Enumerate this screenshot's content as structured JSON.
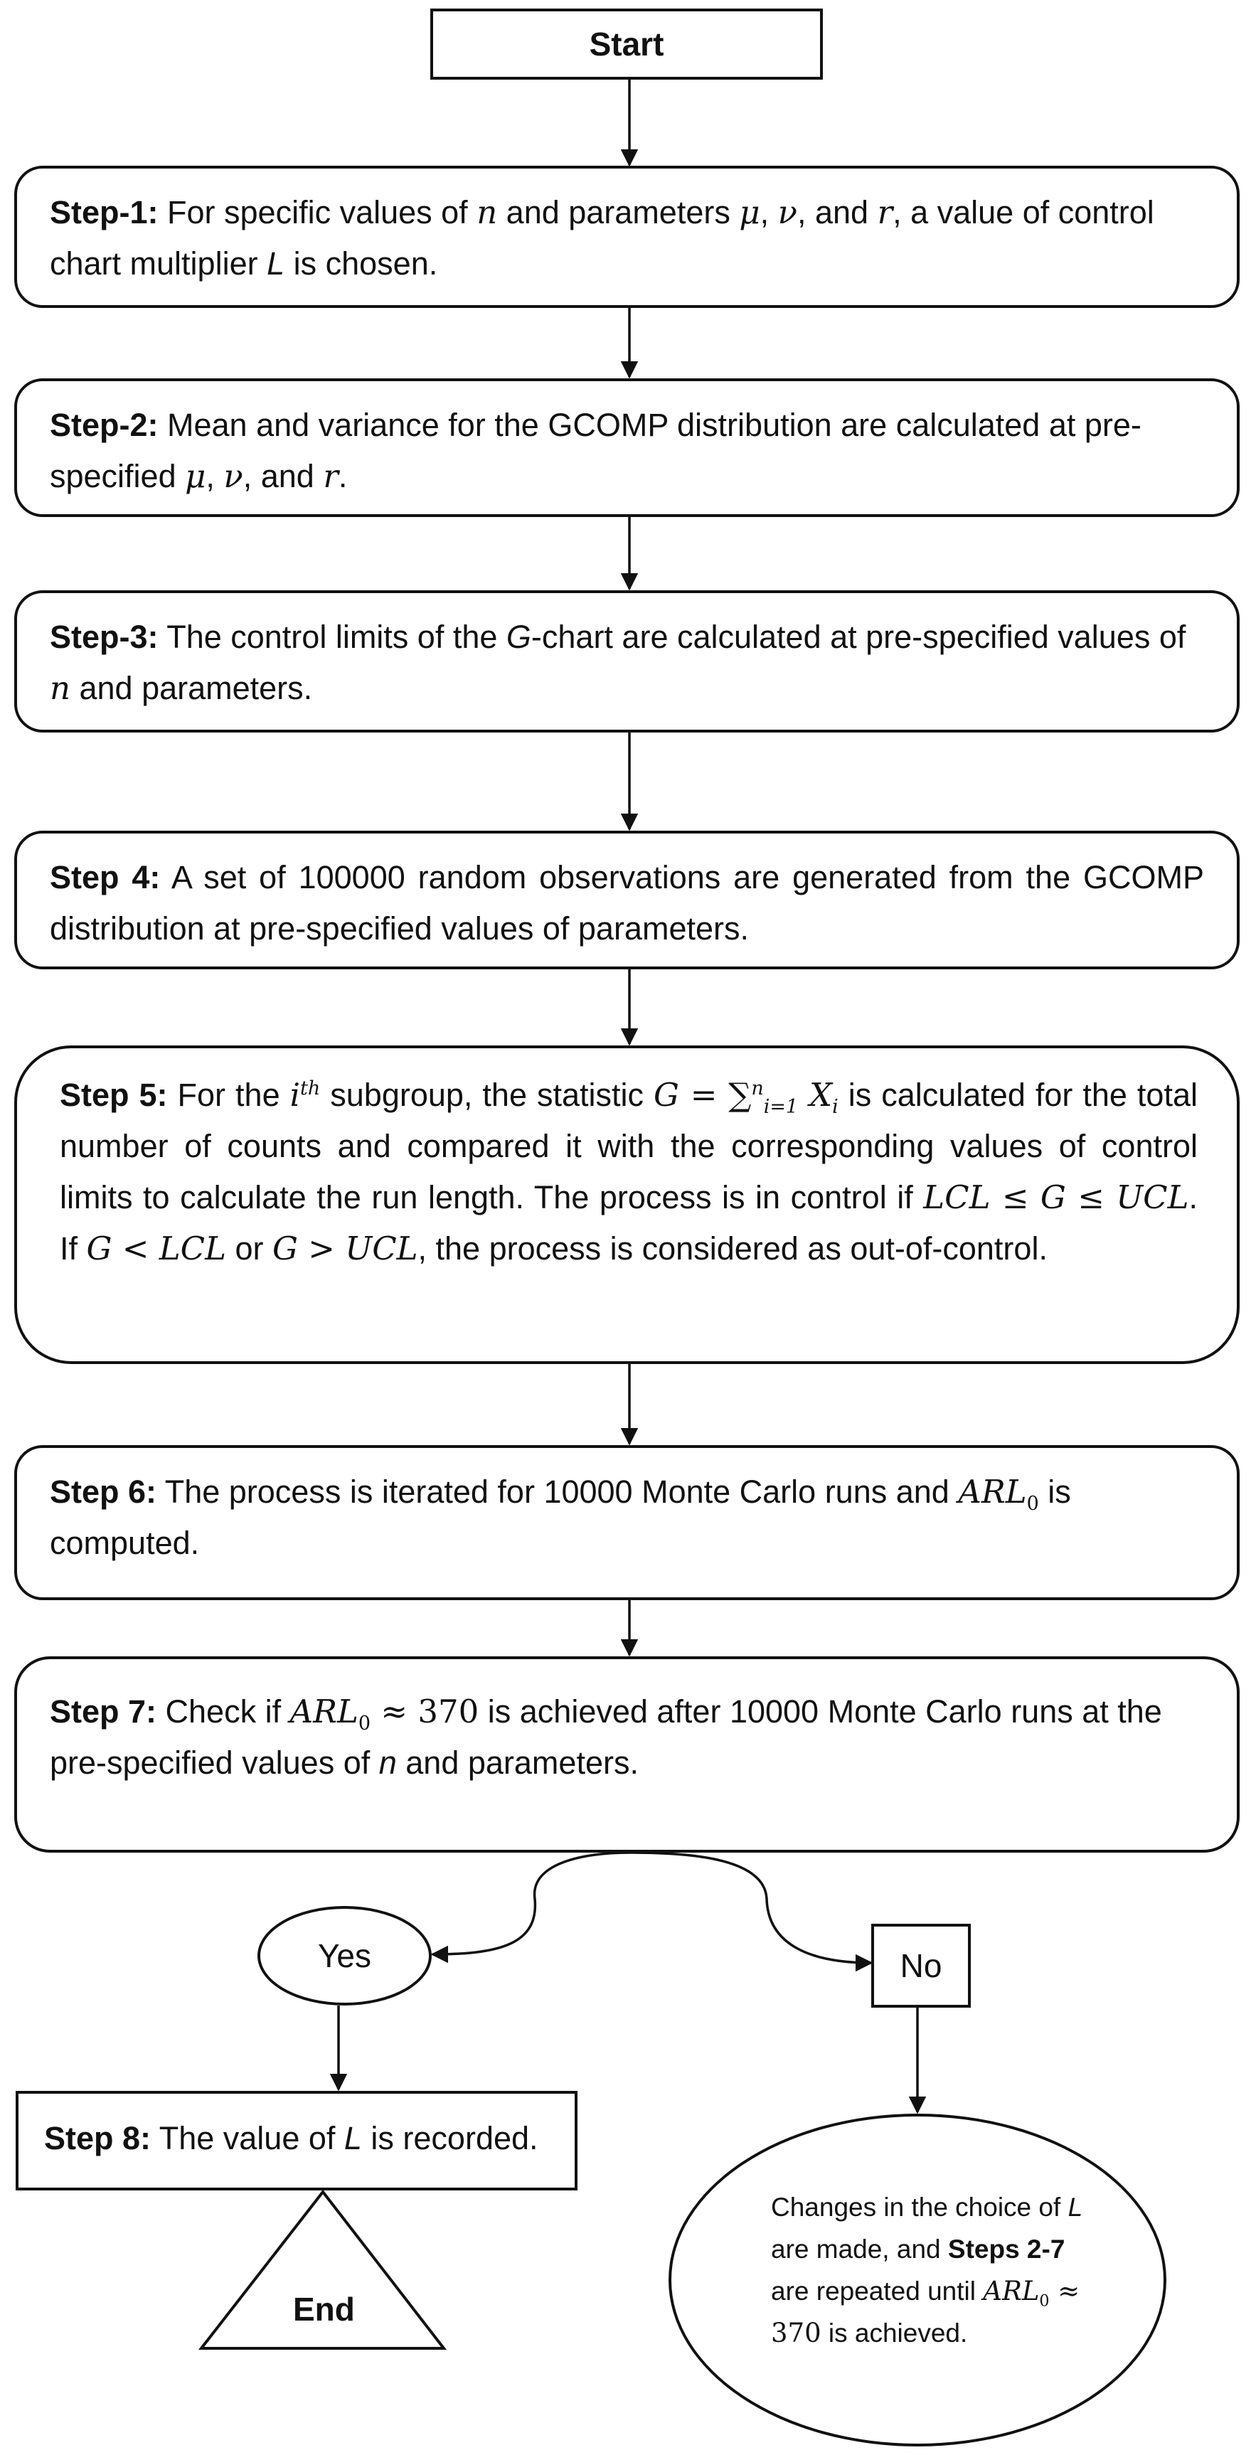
{
  "start": {
    "label": "Start"
  },
  "step1": {
    "label": "Step-1:",
    "t1": " For specific values of ",
    "n": "n",
    "t2": " and parameters ",
    "mu": "μ",
    "c1": ", ",
    "nu": "ν",
    "t3": ", and ",
    "r": "r",
    "t4": ", a value of control chart multiplier ",
    "L": "L",
    "t5": " is chosen."
  },
  "step2": {
    "label": "Step-2:",
    "t1": " Mean and variance for the GCOMP distribution are calculated at pre-specified ",
    "mu": "μ",
    "c1": ", ",
    "nu": "ν",
    "t2": ", and ",
    "r": "r",
    "t3": "."
  },
  "step3": {
    "label": "Step-3:",
    "t1": " The control limits of the ",
    "G": "G",
    "t2": "-chart are calculated at pre-specified values of ",
    "n": "n",
    "t3": " and parameters."
  },
  "step4": {
    "label": "Step 4:",
    "t1": " A set of 100000 random observations are generated from the GCOMP distribution at pre-specified values of parameters."
  },
  "step5": {
    "label": "Step 5:",
    "t1": " For the ",
    "i": "i",
    "th": "th",
    "t2": " subgroup, the statistic ",
    "eq1": "G = ∑",
    "sup": "n",
    "sub": "i=1",
    "eq2": " X",
    "eq2sub": "i",
    "t3": "  is calculated for the total number of counts and compared it with the corresponding values of control limits to calculate the run length. The process is in control if ",
    "m1": "LCL ≤ G ≤ UCL",
    "t4": ". If ",
    "m2": "G < LCL",
    "t5": " or ",
    "m3": "G > UCL",
    "t6": ", the process is considered as out-of-control."
  },
  "step6": {
    "label": "Step 6:",
    "t1": " The process is iterated for 10000 Monte Carlo runs and ",
    "arl": "ARL",
    "arlsub": "0",
    "t2": " is computed."
  },
  "step7": {
    "label": "Step 7:",
    "t1": " Check if ",
    "arl": "ARL",
    "arlsub": "0",
    "approx": " ≈ 370",
    "t2": " is achieved after 10000 Monte Carlo runs at the pre-specified values of ",
    "n": "n",
    "t3": " and parameters."
  },
  "yes": {
    "label": "Yes"
  },
  "no": {
    "label": "No"
  },
  "step8": {
    "label": "Step 8:",
    "t1": " The value of ",
    "L": "L",
    "t2": " is recorded."
  },
  "end": {
    "label": "End"
  },
  "changes": {
    "t1": "Changes in the choice of ",
    "L": "L",
    "t2": " are made, and ",
    "bold": "Steps 2-7",
    "t3": " are repeated until ",
    "arl": "ARL",
    "arlsub": "0",
    "approx": " ≈ 370",
    "t4": " is achieved."
  }
}
